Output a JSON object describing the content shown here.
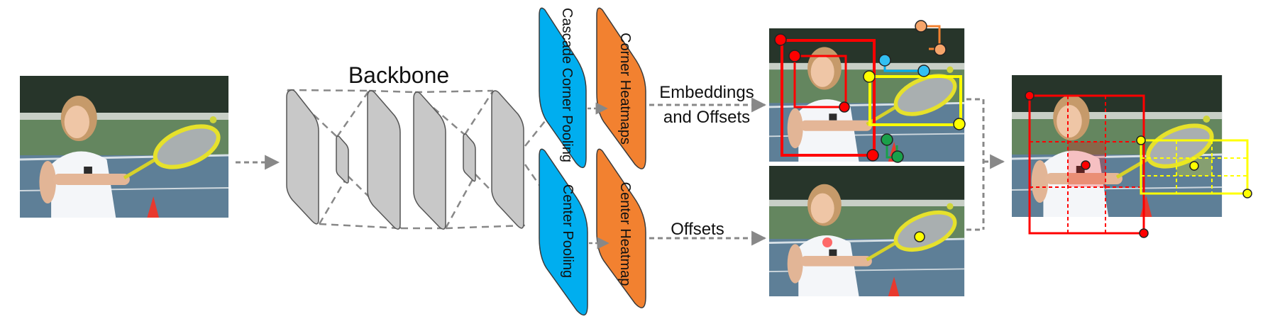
{
  "title": "Backbone",
  "modules": {
    "cascade_corner_pooling": "Cascade Corner Pooling",
    "corner_heatmaps": "Corner Heatmaps",
    "center_pooling": "Center Pooling",
    "center_heatmap": "Center Heatmap"
  },
  "edge_labels": {
    "embeddings_line1": "Embeddings",
    "embeddings_line2": "and Offsets",
    "offsets": "Offsets"
  },
  "colors": {
    "pooling": "#00AEEF",
    "heatmap": "#F28130",
    "backbone_layer": "#C8C8C8",
    "person_box": "#FF0000",
    "racket_box": "#FFFF00",
    "arrow": "#888888"
  }
}
